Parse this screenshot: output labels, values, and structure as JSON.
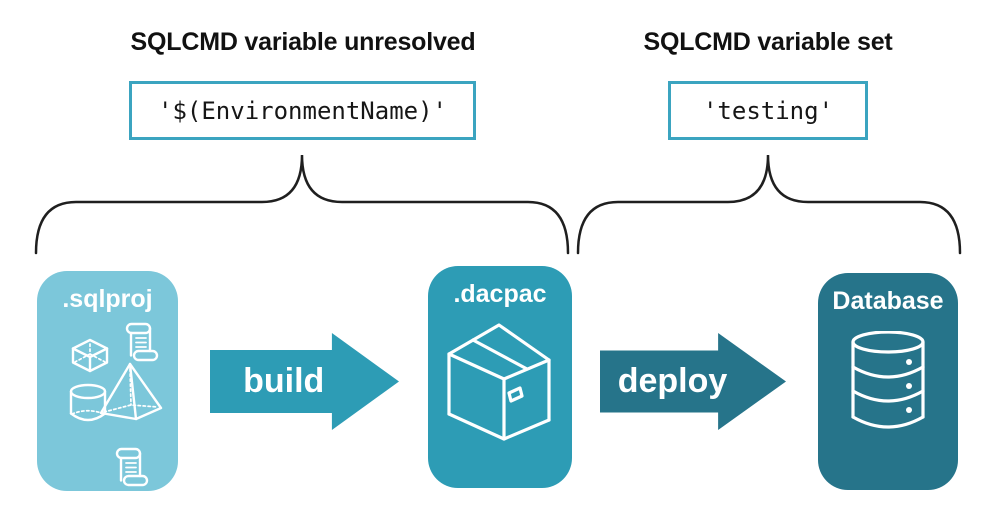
{
  "diagram": {
    "left_annotation": {
      "heading": "SQLCMD variable unresolved",
      "value": "'$(EnvironmentName)'"
    },
    "right_annotation": {
      "heading": "SQLCMD variable set",
      "value": "'testing'"
    },
    "stages": [
      {
        "label": ".sqlproj",
        "icon": "sql-project-objects-icon",
        "color": "#7cc7da"
      },
      {
        "label": ".dacpac",
        "icon": "package-box-icon",
        "color": "#2d9cb5"
      },
      {
        "label": "Database",
        "icon": "database-cylinder-icon",
        "color": "#26748a"
      }
    ],
    "arrows": [
      {
        "label": "build",
        "color": "#2d9cb5"
      },
      {
        "label": "deploy",
        "color": "#26748a"
      }
    ],
    "colors": {
      "background": "#ffffff",
      "code_border": "#3ba4c0",
      "heading_text": "#111111",
      "brace_stroke": "#1f1f1f",
      "icon_stroke": "#ffffff"
    }
  }
}
